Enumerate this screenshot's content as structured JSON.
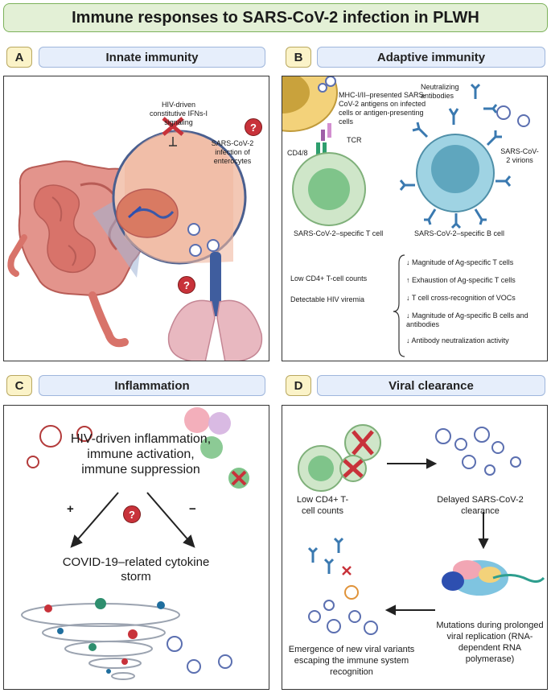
{
  "title": "Immune responses to SARS-CoV-2 infection in PLWH",
  "panels": {
    "a": {
      "letter": "A",
      "header": "Innate immunity",
      "hiv_ifn_label": "HIV-driven constitutive IFNs-I signaling",
      "infection_label": "SARS-CoV-2 infection of enterocytes",
      "question_mark": "?"
    },
    "b": {
      "letter": "B",
      "header": "Adaptive immunity",
      "mhc_label": "MHC-I/II–presented SARS-CoV-2 antigens on infected cells or antigen-presenting cells",
      "tcr_label": "TCR",
      "cd48_label": "CD4/8",
      "neutralizing_label": "Neutralizing antibodies",
      "virions_label": "SARS-CoV-2 virions",
      "t_cell_label": "SARS-CoV-2–specific T cell",
      "b_cell_label": "SARS-CoV-2–specific B cell",
      "condition_1": "Low CD4+ T-cell counts",
      "condition_2": "Detectable HIV viremia",
      "effects": [
        {
          "arrow": "↓",
          "text": "Magnitude of Ag-specific T cells"
        },
        {
          "arrow": "↑",
          "text": "Exhaustion of Ag-specific T cells"
        },
        {
          "arrow": "↓",
          "text": "T cell cross-recognition of VOCs"
        },
        {
          "arrow": "↓",
          "text": "Magnitude of Ag-specific B cells and antibodies"
        },
        {
          "arrow": "↓",
          "text": "Antibody neutralization activity"
        }
      ]
    },
    "c": {
      "letter": "C",
      "header": "Inflammation",
      "hiv_inflammation": "HIV-driven inflammation, immune activation, immune suppression",
      "plus": "+",
      "minus": "−",
      "question_mark": "?",
      "storm_label": "COVID-19–related cytokine storm"
    },
    "d": {
      "letter": "D",
      "header": "Viral clearance",
      "low_cd4": "Low CD4+ T-cell counts",
      "delayed": "Delayed SARS-CoV-2 clearance",
      "mutations": "Mutations during prolonged viral replication (RNA-dependent RNA polymerase)",
      "emergence": "Emergence of new viral variants escaping the immune system recognition"
    }
  },
  "colors": {
    "title_bg": "#e3f0d6",
    "header_bg": "#e6eefb",
    "letter_bg": "#fbf3c8",
    "virus": "#5b6fb0",
    "tissue": "#e3948c",
    "t_cell": "#cfe6c9",
    "b_cell": "#9fd3e3",
    "red_cross": "#c8323a"
  }
}
